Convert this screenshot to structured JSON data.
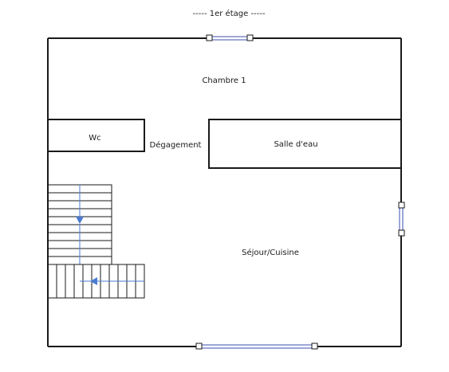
{
  "title": "-----  1er étage  -----",
  "rooms": {
    "chambre": "Chambre 1",
    "wc": "Wc",
    "degagement": "Dégagement",
    "salle_eau": "Salle d'eau",
    "sejour": "Séjour/Cuisine"
  },
  "colors": {
    "wall": "#1a1a1a",
    "window": "#3a4fb0",
    "stair_arrow": "#4a7bd0"
  }
}
